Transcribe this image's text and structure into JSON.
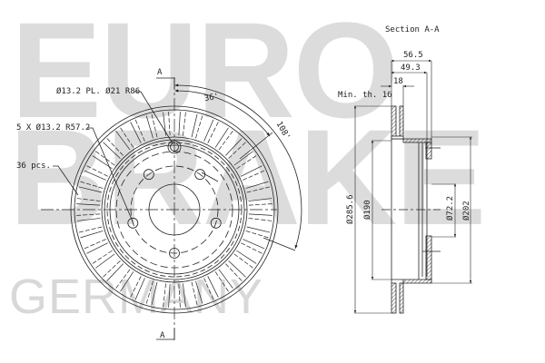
{
  "watermark": {
    "line1": "EURO",
    "line2": "BRAKE",
    "line3": "GERMANY",
    "color": "#dcdcdc"
  },
  "front_view": {
    "section_marker_top": "A",
    "section_marker_bottom": "A",
    "callouts": {
      "top_hole": "Ø13.2 PL. Ø21 R86",
      "bolt_holes": "5 X Ø13.2 R57.2",
      "vanes": "36 pcs."
    },
    "angles": {
      "inner": "36'",
      "outer": "108'"
    }
  },
  "section_view": {
    "title": "Section A-A",
    "dims": {
      "total_height": "56.5",
      "hat_height": "49.3",
      "disc_thickness": "18",
      "min_thickness": "Min. th. 16",
      "outer_diameter": "Ø285.6",
      "hat_diameter": "Ø190",
      "center_bore": "Ø72.2",
      "hat_outer": "Ø202"
    }
  },
  "colors": {
    "line": "#222222",
    "watermark": "#dcdcdc",
    "background": "#ffffff"
  }
}
